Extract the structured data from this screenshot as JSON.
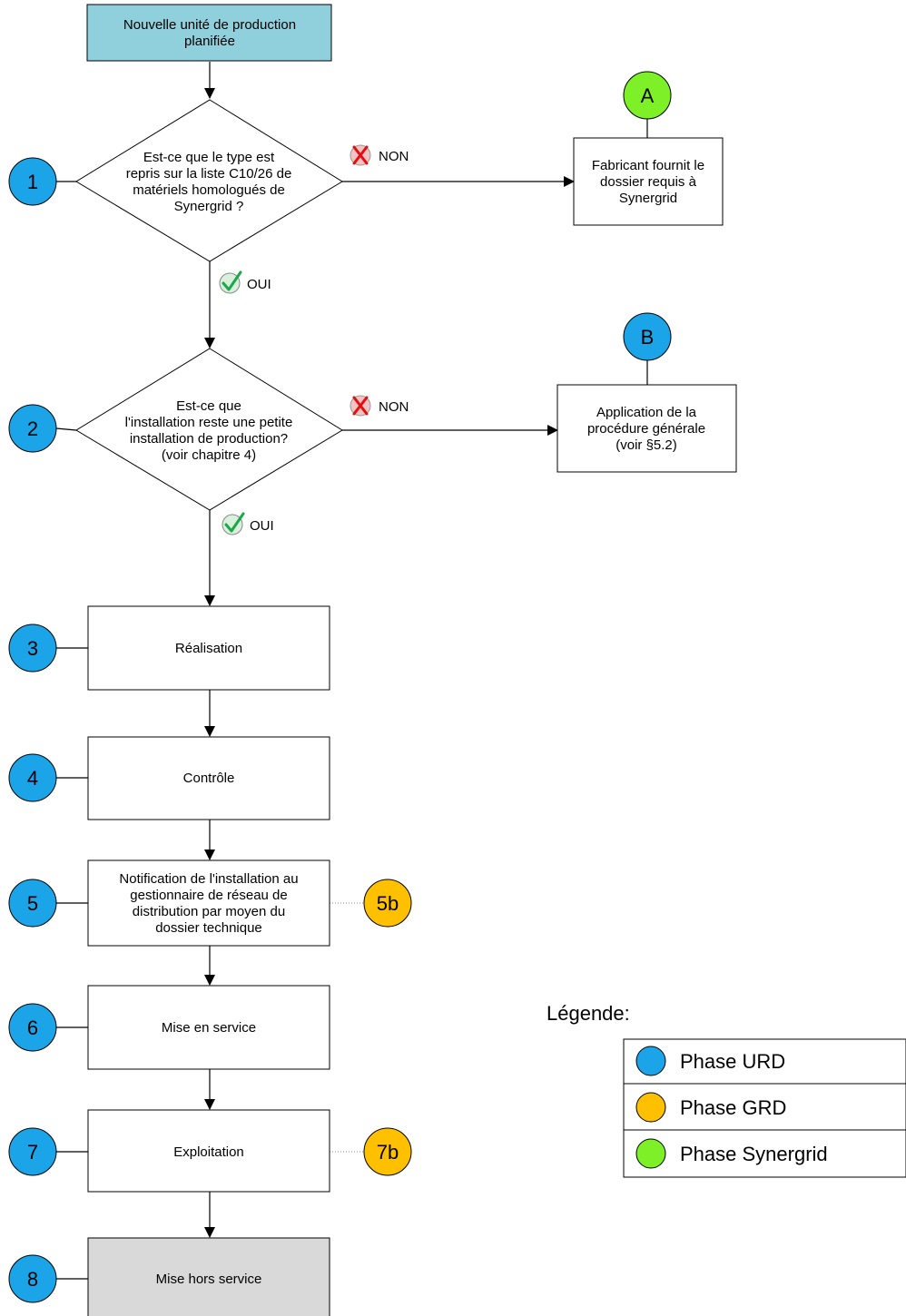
{
  "colors": {
    "urd": "#1ba5e8",
    "grd": "#ffc000",
    "synergrid": "#7ef028",
    "start_box": "#8fd0dc",
    "end_box": "#d9d9d9"
  },
  "start": {
    "lines": [
      "Nouvelle unité de production",
      "planifiée"
    ]
  },
  "decision1": {
    "lines": [
      "Est-ce que le type est",
      "repris sur la liste C10/26 de",
      "matériels homologués de",
      "Synergrid ?"
    ]
  },
  "decision2": {
    "lines": [
      "Est-ce que",
      "l'installation reste une petite",
      "installation de production?",
      "(voir chapitre 4)"
    ]
  },
  "answers": {
    "no": "NON",
    "yes": "OUI"
  },
  "side1": {
    "badge": "A",
    "lines": [
      "Fabricant fournit le",
      "dossier requis à",
      "Synergrid"
    ]
  },
  "side2": {
    "badge": "B",
    "lines": [
      "Application de la",
      "procédure générale",
      "(voir §5.2)"
    ]
  },
  "steps": [
    {
      "num": "1"
    },
    {
      "num": "2"
    },
    {
      "num": "3",
      "lines": [
        "Réalisation"
      ]
    },
    {
      "num": "4",
      "lines": [
        "Contrôle"
      ]
    },
    {
      "num": "5",
      "lines": [
        "Notification de l'installation au",
        "gestionnaire de réseau de",
        "distribution par moyen du",
        "dossier technique"
      ],
      "sub": "5b"
    },
    {
      "num": "6",
      "lines": [
        "Mise en service"
      ]
    },
    {
      "num": "7",
      "lines": [
        "Exploitation"
      ],
      "sub": "7b"
    },
    {
      "num": "8",
      "lines": [
        "Mise hors service"
      ]
    }
  ],
  "legend": {
    "title": "Légende:",
    "items": [
      "Phase URD",
      "Phase GRD",
      "Phase Synergrid"
    ]
  }
}
